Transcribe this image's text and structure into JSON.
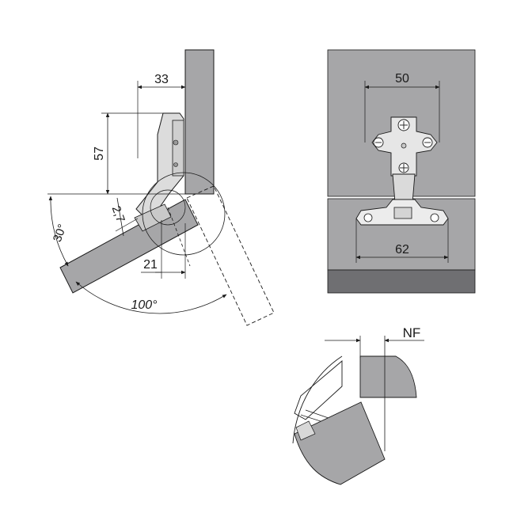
{
  "labels": {
    "dim_33": "33",
    "dim_57": "57",
    "dim_2_7": "2,7",
    "dim_30deg": "30°",
    "dim_21": "21",
    "dim_100deg": "100°",
    "dim_50": "50",
    "dim_62": "62",
    "nf": "NF"
  },
  "colors": {
    "panel_gray": "#a6a6a8",
    "panel_gray_light": "#b3b3b5",
    "panel_dark": "#6f6f72",
    "line": "#1a1a1a",
    "metal_light": "#e6e6e6",
    "metal_mid": "#c8c8c8"
  }
}
